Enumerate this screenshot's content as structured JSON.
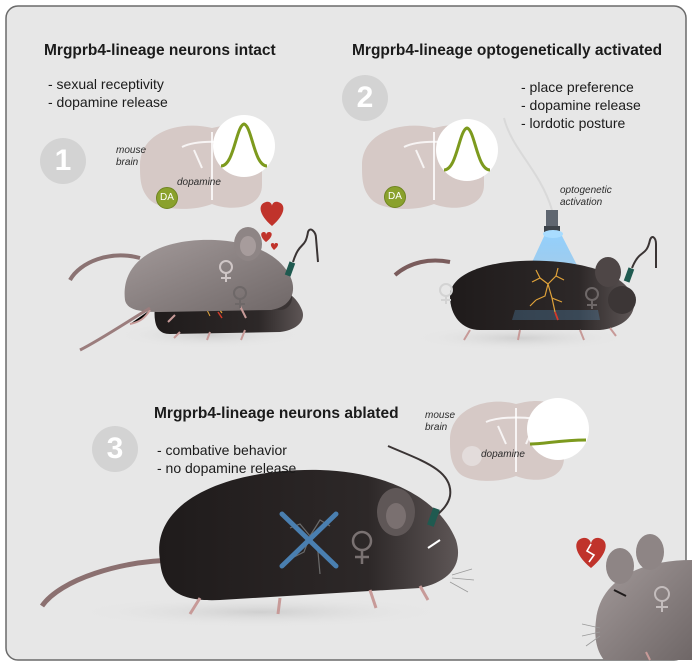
{
  "panel1": {
    "title": "Mrgprb4-lineage neurons intact",
    "bullets": "- sexual receptivity\n- dopamine release",
    "number": "1",
    "brain_label": "mouse\nbrain",
    "dopamine_label": "dopamine",
    "da_label": "DA"
  },
  "panel2": {
    "title": "Mrgprb4-lineage optogenetically activated",
    "bullets": "- place preference\n- dopamine release\n- lordotic posture",
    "number": "2",
    "optogenetic_label": "optogenetic\nactivation",
    "da_label": "DA"
  },
  "panel3": {
    "title": "Mrgprb4-lineage neurons ablated",
    "bullets": "- combative behavior\n- no dopamine release",
    "number": "3",
    "brain_label": "mouse\nbrain",
    "dopamine_label": "dopamine"
  },
  "colors": {
    "panel_bg": "#e7e7e7",
    "dopamine_trace": "#7d9a1e",
    "heart": "#c0332b",
    "light_beam": "#5fa8e0",
    "ablation_cross": "#4a7fb0",
    "mouse_grey": "#8d8585",
    "mouse_black": "#262222"
  },
  "icons": [
    "female-symbol-icon",
    "heart-icon",
    "broken-heart-icon",
    "fiber-optic-icon",
    "neuron-icon"
  ]
}
